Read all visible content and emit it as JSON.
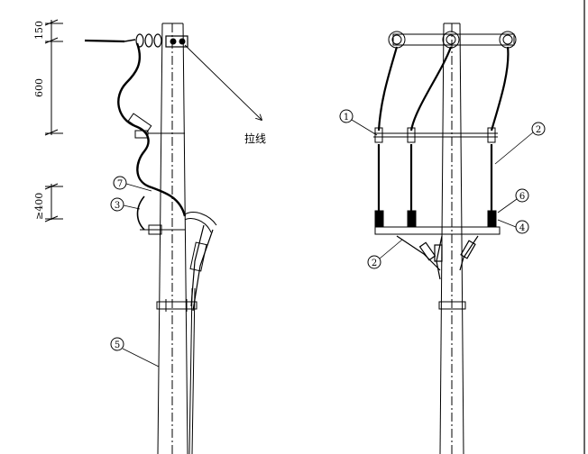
{
  "dimensions": {
    "d150": "150",
    "d600": "600",
    "d400": "≥400"
  },
  "annotations": {
    "guy_wire": "拉线"
  },
  "callouts": {
    "c1": "1",
    "c2a": "2",
    "c2b": "2",
    "c3": "3",
    "c4": "4",
    "c5": "5",
    "c6": "6",
    "c7": "7"
  }
}
